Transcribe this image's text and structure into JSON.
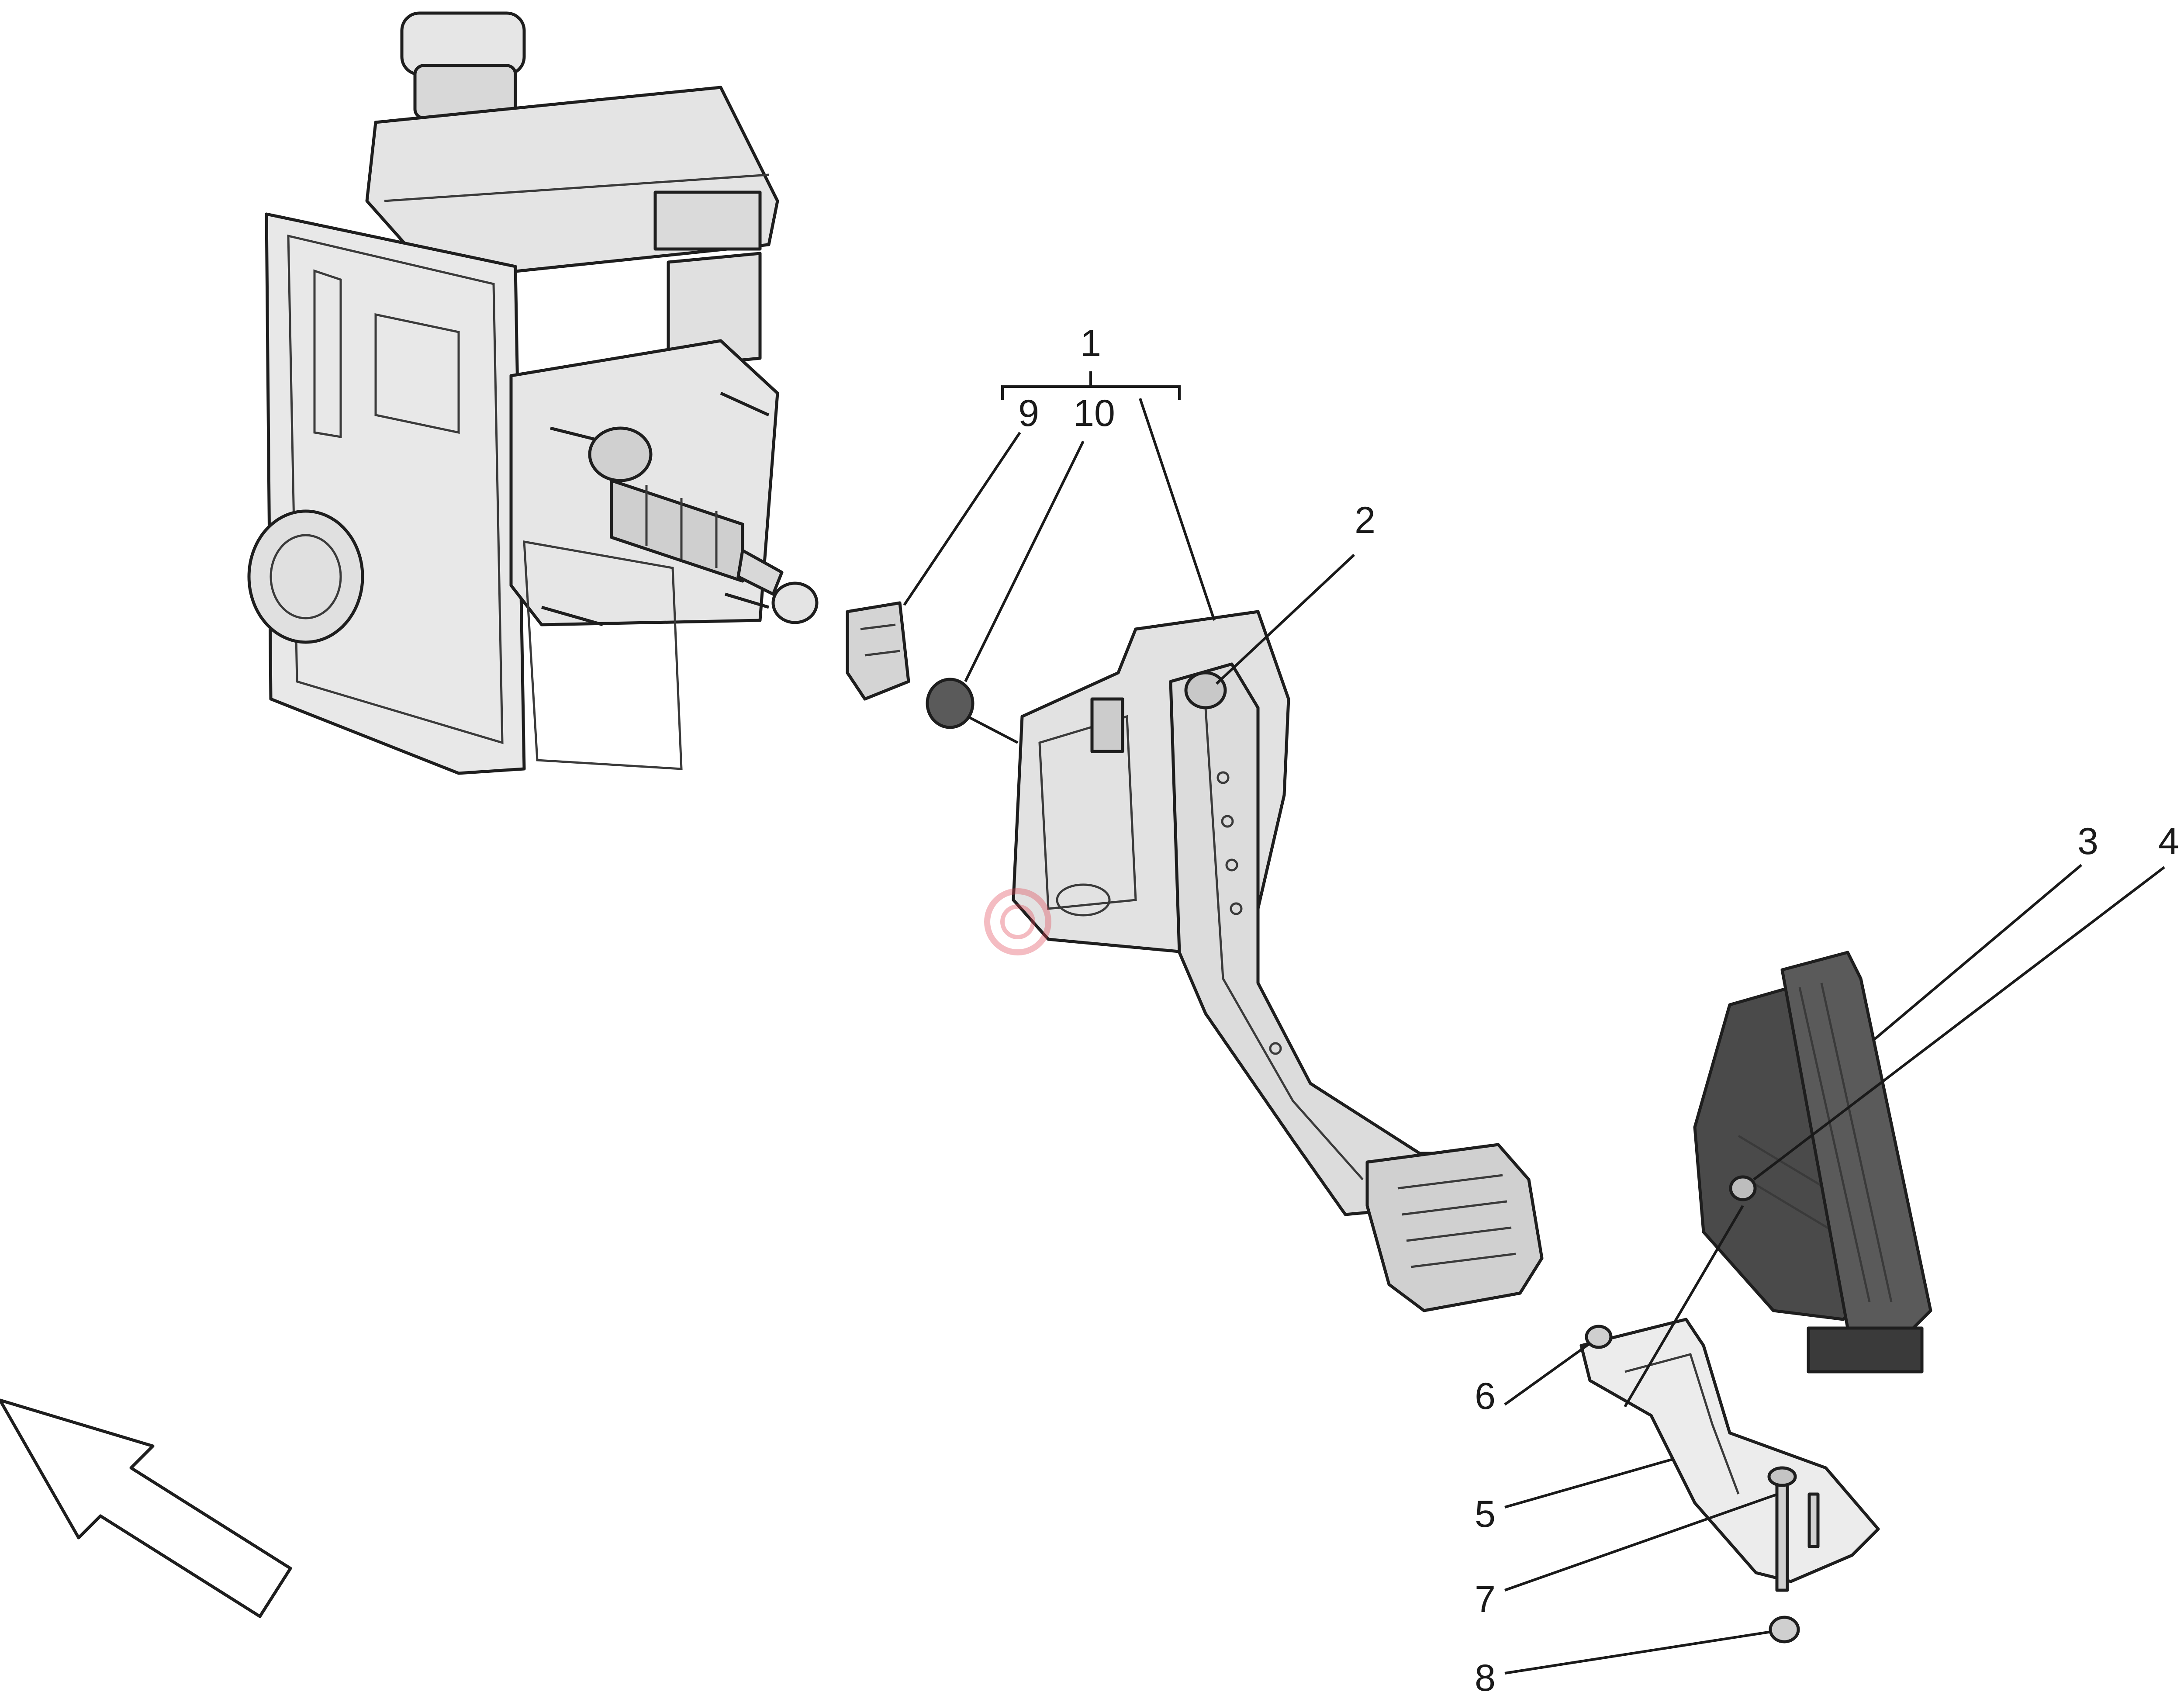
{
  "diagram": {
    "callouts": [
      {
        "id": "1",
        "label": "1"
      },
      {
        "id": "2",
        "label": "2"
      },
      {
        "id": "3",
        "label": "3"
      },
      {
        "id": "4",
        "label": "4"
      },
      {
        "id": "5",
        "label": "5"
      },
      {
        "id": "6",
        "label": "6"
      },
      {
        "id": "7",
        "label": "7"
      },
      {
        "id": "8",
        "label": "8"
      },
      {
        "id": "9",
        "label": "9"
      },
      {
        "id": "10",
        "label": "10"
      }
    ],
    "colors": {
      "outline": "#1e1e1e",
      "body_fill": "#e2e2e2",
      "dark_fill": "#4a4a4a",
      "watermark": "#e04050"
    }
  }
}
